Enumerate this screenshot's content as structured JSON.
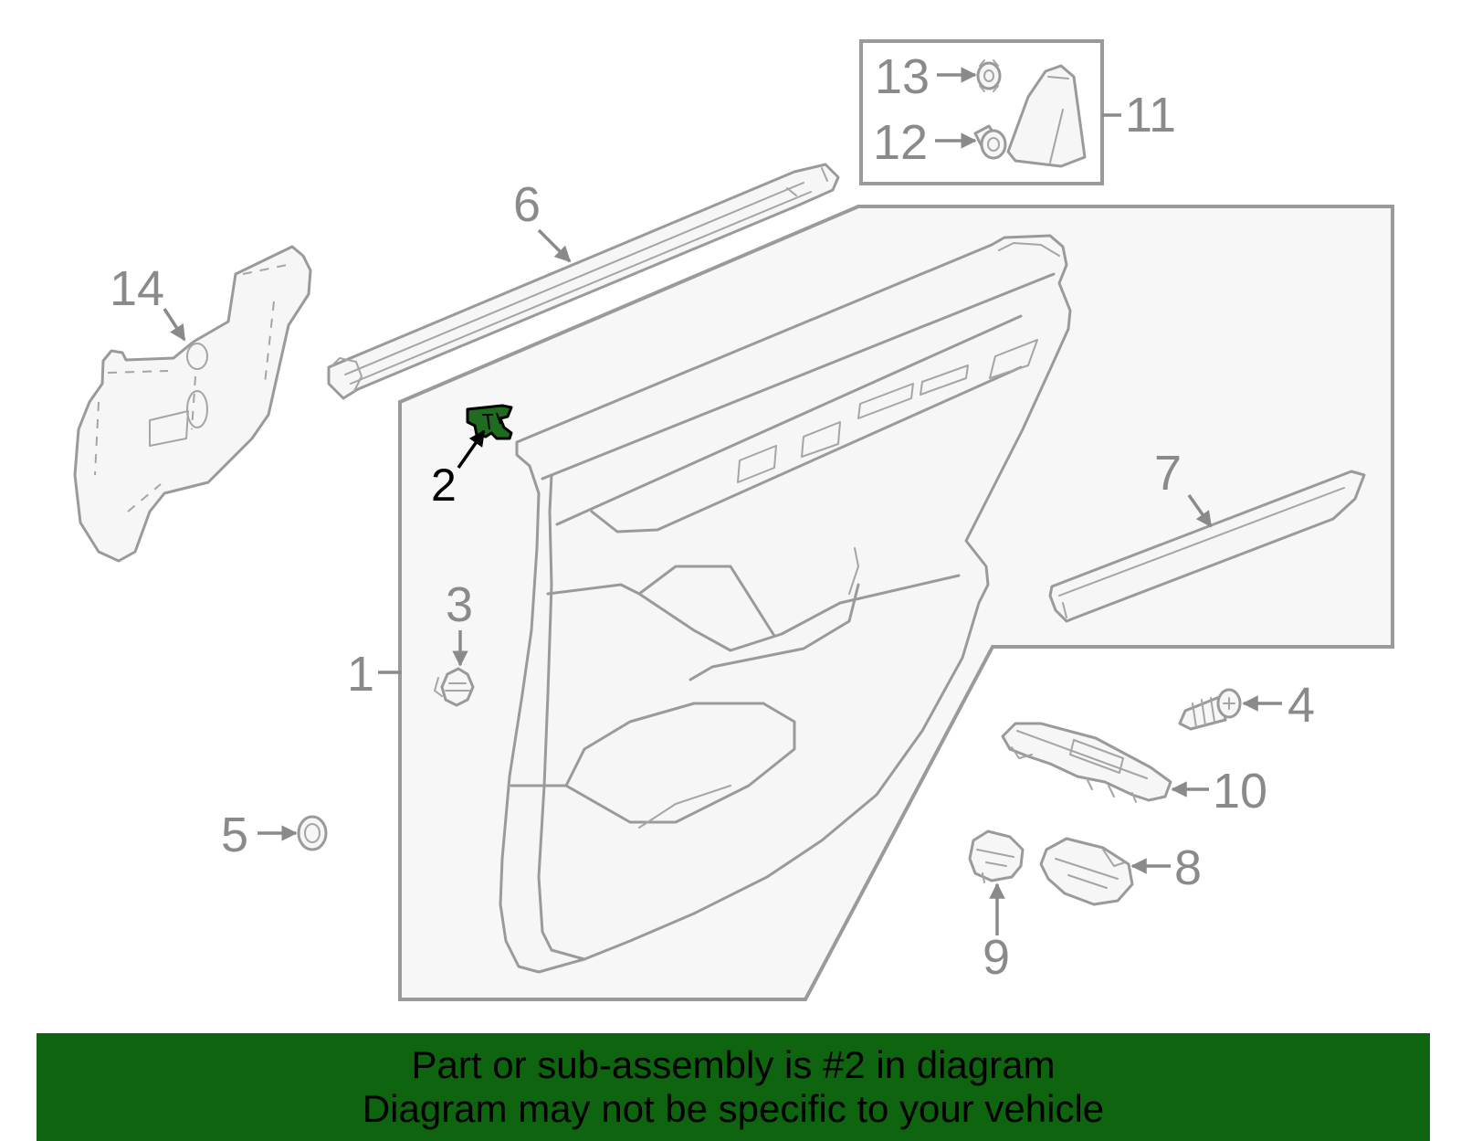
{
  "callouts": {
    "c1": "1",
    "c2": "2",
    "c3": "3",
    "c4": "4",
    "c5": "5",
    "c6": "6",
    "c7": "7",
    "c8": "8",
    "c9": "9",
    "c10": "10",
    "c11": "11",
    "c12": "12",
    "c13": "13",
    "c14": "14"
  },
  "highlight": {
    "part": "2",
    "color": "#1f6b1f"
  },
  "banner": {
    "line1": "Part or sub-assembly is #2 in diagram",
    "line2": "Diagram may not be specific to your vehicle",
    "color": "#0f640f"
  },
  "colors": {
    "line": "#9a9a9a",
    "label": "#8a8a8a",
    "panel_fill": "#f7f7f7"
  }
}
